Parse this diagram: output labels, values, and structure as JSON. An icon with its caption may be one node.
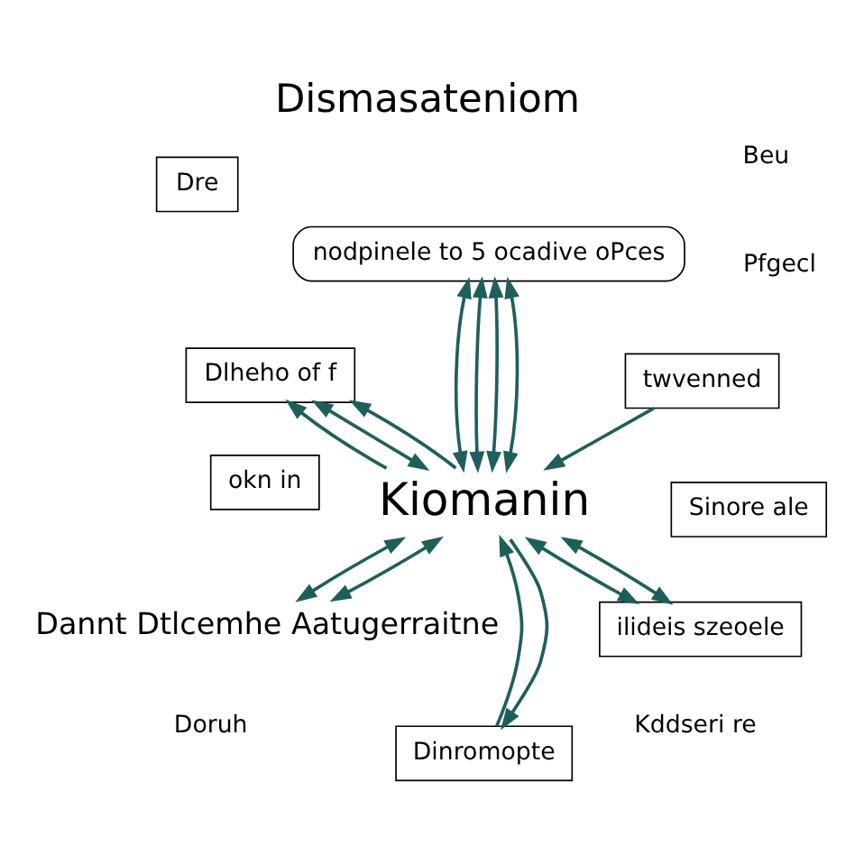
{
  "diagram": {
    "title": "Dismasateniom",
    "nodes": [
      {
        "text": [
          "Kiomanin"
        ]
      },
      {
        "text": [
          "ilideis szeoele"
        ]
      },
      {
        "text": [
          "Dinromopte"
        ]
      },
      {
        "text": [
          "Dlheho of f"
        ]
      },
      {
        "text": [
          "Sinore ale"
        ]
      },
      {
        "text": [
          "okn in"
        ]
      },
      {
        "text": [
          "Dre"
        ]
      },
      {
        "text": [
          "twvenned"
        ]
      },
      {
        "text": [
          "nodpinele to 5 ocadive oPces"
        ]
      },
      {
        "text": [
          "Dannt Dtlcemhe Aatugerraitne"
        ]
      }
    ],
    "edges": [
      {
        "from": 1,
        "to": 0,
        "arrow": "both"
      },
      {
        "from": 0,
        "to": 1,
        "arrow": "both"
      },
      {
        "from": 0,
        "to": 2,
        "arrow": "to"
      },
      {
        "from": 2,
        "to": 0,
        "arrow": "to"
      },
      {
        "from": 0,
        "to": 3,
        "arrow": "to"
      },
      {
        "from": 0,
        "to": 3,
        "arrow": "to"
      },
      {
        "from": 0,
        "to": 3,
        "arrow": "both"
      },
      {
        "from": 0,
        "to": 8,
        "arrow": "both"
      },
      {
        "from": 0,
        "to": 8,
        "arrow": "both"
      },
      {
        "from": 0,
        "to": 8,
        "arrow": "both"
      },
      {
        "from": 0,
        "to": 8,
        "arrow": "both"
      },
      {
        "from": 0,
        "to": 9,
        "arrow": "both"
      },
      {
        "from": 0,
        "to": 9,
        "arrow": "both"
      },
      {
        "from": 7,
        "to": 0,
        "arrow": "to"
      }
    ],
    "labels": [
      "Kddseri re",
      "Doruh",
      "Beu",
      "Pfgecl"
    ]
  }
}
